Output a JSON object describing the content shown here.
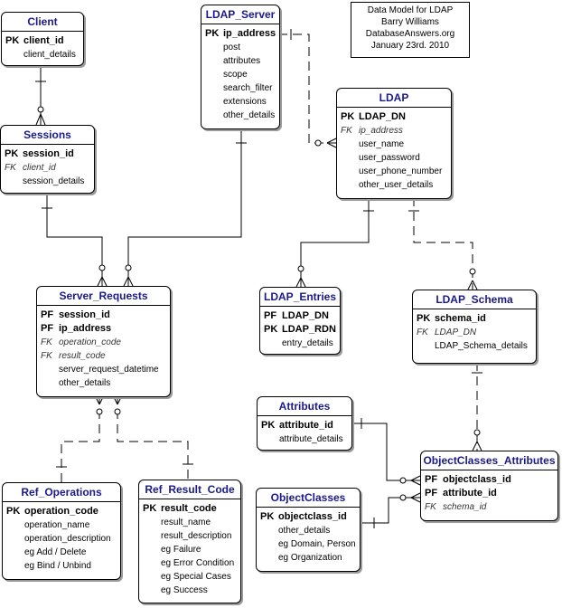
{
  "note": {
    "lines": [
      "Data Model for LDAP",
      "Barry Williams",
      "DatabaseAnswers.org",
      "January 23rd. 2010"
    ]
  },
  "entities": {
    "client": {
      "title": "Client",
      "rows": [
        {
          "key": "PK",
          "name": "client_id"
        },
        {
          "key": "",
          "name": "client_details"
        }
      ]
    },
    "sessions": {
      "title": "Sessions",
      "rows": [
        {
          "key": "PK",
          "name": "session_id"
        },
        {
          "key": "FK",
          "name": "client_id"
        },
        {
          "key": "",
          "name": "session_details"
        }
      ]
    },
    "ldap_server": {
      "title": "LDAP_Server",
      "rows": [
        {
          "key": "PK",
          "name": "ip_address"
        },
        {
          "key": "",
          "name": "post"
        },
        {
          "key": "",
          "name": "attributes"
        },
        {
          "key": "",
          "name": "scope"
        },
        {
          "key": "",
          "name": "search_filter"
        },
        {
          "key": "",
          "name": "extensions"
        },
        {
          "key": "",
          "name": "other_details"
        }
      ]
    },
    "ldap": {
      "title": "LDAP",
      "rows": [
        {
          "key": "PK",
          "name": "LDAP_DN"
        },
        {
          "key": "FK",
          "name": "ip_address"
        },
        {
          "key": "",
          "name": "user_name"
        },
        {
          "key": "",
          "name": "user_password"
        },
        {
          "key": "",
          "name": "user_phone_number"
        },
        {
          "key": "",
          "name": "other_user_details"
        }
      ]
    },
    "server_requests": {
      "title": "Server_Requests",
      "rows": [
        {
          "key": "PF",
          "name": "session_id"
        },
        {
          "key": "PF",
          "name": "ip_address"
        },
        {
          "key": "FK",
          "name": "operation_code"
        },
        {
          "key": "FK",
          "name": "result_code"
        },
        {
          "key": "",
          "name": "server_request_datetime"
        },
        {
          "key": "",
          "name": "other_details"
        }
      ]
    },
    "ldap_entries": {
      "title": "LDAP_Entries",
      "rows": [
        {
          "key": "PF",
          "name": "LDAP_DN"
        },
        {
          "key": "PK",
          "name": "LDAP_RDN"
        },
        {
          "key": "",
          "name": "entry_details"
        }
      ]
    },
    "ldap_schema": {
      "title": "LDAP_Schema",
      "rows": [
        {
          "key": "PK",
          "name": "schema_id"
        },
        {
          "key": "FK",
          "name": "LDAP_DN"
        },
        {
          "key": "",
          "name": "LDAP_Schema_details"
        }
      ]
    },
    "attributes": {
      "title": "Attributes",
      "rows": [
        {
          "key": "PK",
          "name": "attribute_id"
        },
        {
          "key": "",
          "name": "attribute_details"
        }
      ]
    },
    "objectclasses_attributes": {
      "title": "ObjectClasses_Attributes",
      "rows": [
        {
          "key": "PF",
          "name": "objectclass_id"
        },
        {
          "key": "PF",
          "name": "attribute_id"
        },
        {
          "key": "FK",
          "name": "schema_id"
        }
      ]
    },
    "objectclasses": {
      "title": "ObjectClasses",
      "rows": [
        {
          "key": "PK",
          "name": "objectclass_id"
        },
        {
          "key": "",
          "name": "other_details"
        },
        {
          "key": "",
          "name": "eg Domain, Person"
        },
        {
          "key": "",
          "name": "eg Organization"
        }
      ]
    },
    "ref_operations": {
      "title": "Ref_Operations",
      "rows": [
        {
          "key": "PK",
          "name": "operation_code"
        },
        {
          "key": "",
          "name": "operation_name"
        },
        {
          "key": "",
          "name": "operation_description"
        },
        {
          "key": "",
          "name": "eg Add / Delete"
        },
        {
          "key": "",
          "name": "eg Bind / Unbind"
        }
      ]
    },
    "ref_result_code": {
      "title": "Ref_Result_Code",
      "rows": [
        {
          "key": "PK",
          "name": "result_code"
        },
        {
          "key": "",
          "name": "result_name"
        },
        {
          "key": "",
          "name": "result_description"
        },
        {
          "key": "",
          "name": "eg Failure"
        },
        {
          "key": "",
          "name": "eg Error Condition"
        },
        {
          "key": "",
          "name": "eg Special Cases"
        },
        {
          "key": "",
          "name": "eg Success"
        }
      ]
    }
  }
}
